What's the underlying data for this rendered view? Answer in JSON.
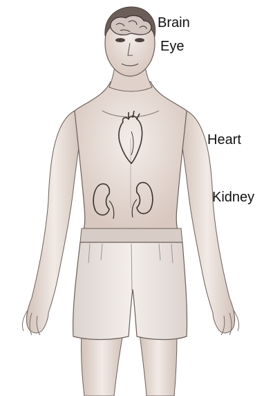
{
  "labels": {
    "brain": "Brain",
    "eye": "Eye",
    "heart": "Heart",
    "kidney": "Kidney"
  },
  "colors": {
    "skin_shadow": "#d9cbc4",
    "skin_light": "#efe6e1",
    "line": "#5a4e4a",
    "organ_line": "#3b3330",
    "shorts": "#ece5e1",
    "hair": "#6b5d57"
  }
}
